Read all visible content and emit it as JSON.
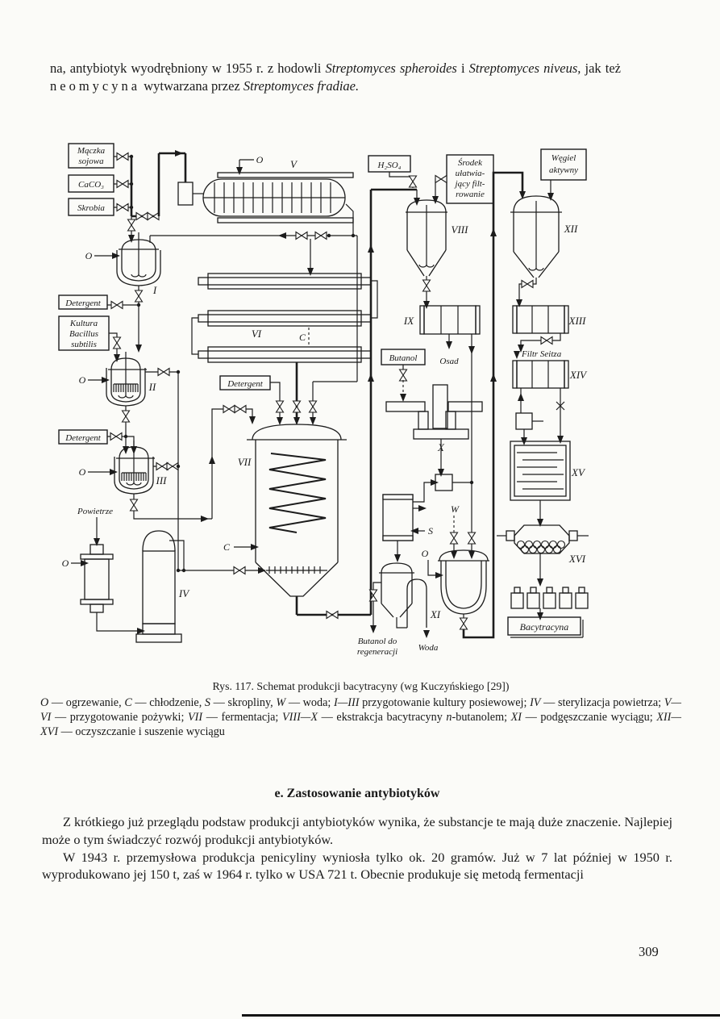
{
  "page": {
    "number": "309"
  },
  "intro": {
    "segments": [
      "na, antybiotyk wyodrębniony w 1955 r. z hodowli ",
      "Streptomyces spheroides",
      " i ",
      "Streptomyces niveus,",
      " jak też ",
      "neomycyna",
      " wytwarzana przez ",
      "Streptomyces fradiae."
    ]
  },
  "figure": {
    "caption_title": "Rys. 117. Schemat produkcji bacytracyny (wg Kuczyńskiego [29])",
    "legend": [
      "O",
      " — ogrzewanie, ",
      "C",
      " — chłodzenie, ",
      "S",
      " — skropliny, ",
      "W",
      " — woda; ",
      "I—III",
      " przygotowanie kultury posiewowej; ",
      "IV",
      " — sterylizacja powietrza; ",
      "V—VI",
      " — przygotowanie pożywki; ",
      "VII",
      " — fermentacja; ",
      "VIII—X",
      " — ekstrakcja bacytracyny ",
      "n",
      "-butanolem; ",
      "XI",
      " — podgęszczanie wyciągu; ",
      "XII—XVI",
      " — oczyszczanie i suszenie wyciągu"
    ]
  },
  "section": {
    "heading": "e. Zastosowanie antybiotyków",
    "para1": "Z krótkiego już przeglądu podstaw produkcji antybiotyków wynika, że substancje te mają duże znaczenie. Najlepiej może o tym świadczyć rozwój produkcji antybiotyków.",
    "para2": "W 1943 r. przemysłowa produkcja penicyliny wyniosła tylko ok. 20 gramów. Już w 7 lat później w 1950 r. wyprodukowano jej 150 t, zaś w 1964 r. tylko w USA 721 t. Obecnie produkuje się metodą fermentacji"
  },
  "diagram": {
    "boxes": {
      "maczka": [
        "Mączka",
        "sojowa"
      ],
      "caco3": "CaCO₃",
      "skrobia": "Skrobia",
      "detergent": "Detergent",
      "kultura": [
        "Kultura",
        "Bacillus",
        "subtilis"
      ],
      "h2so4": "H₂SO₄",
      "srodek": [
        "Środek",
        "ułatwia-",
        "jący filt-",
        "rowanie"
      ],
      "wegiel": [
        "Węgiel",
        "aktywny"
      ],
      "butanol": "Butanol",
      "bacytracyna": "Bacytracyna"
    },
    "labels": {
      "powietrze": "Powietrze",
      "osad": "Osad",
      "filtr_seitza": "Filtr Seitza",
      "butanol_regen": [
        "Butanol do",
        "regeneracji"
      ],
      "woda": "Woda",
      "O": "O",
      "C": "C",
      "S": "S",
      "W": "W"
    },
    "numerals": {
      "I": "I",
      "II": "II",
      "III": "III",
      "IV": "IV",
      "V": "V",
      "VI": "VI",
      "VII": "VII",
      "VIII": "VIII",
      "IX": "IX",
      "X": "X",
      "XI": "XI",
      "XII": "XII",
      "XIII": "XIII",
      "XIV": "XIV",
      "XV": "XV",
      "XVI": "XVI"
    }
  }
}
